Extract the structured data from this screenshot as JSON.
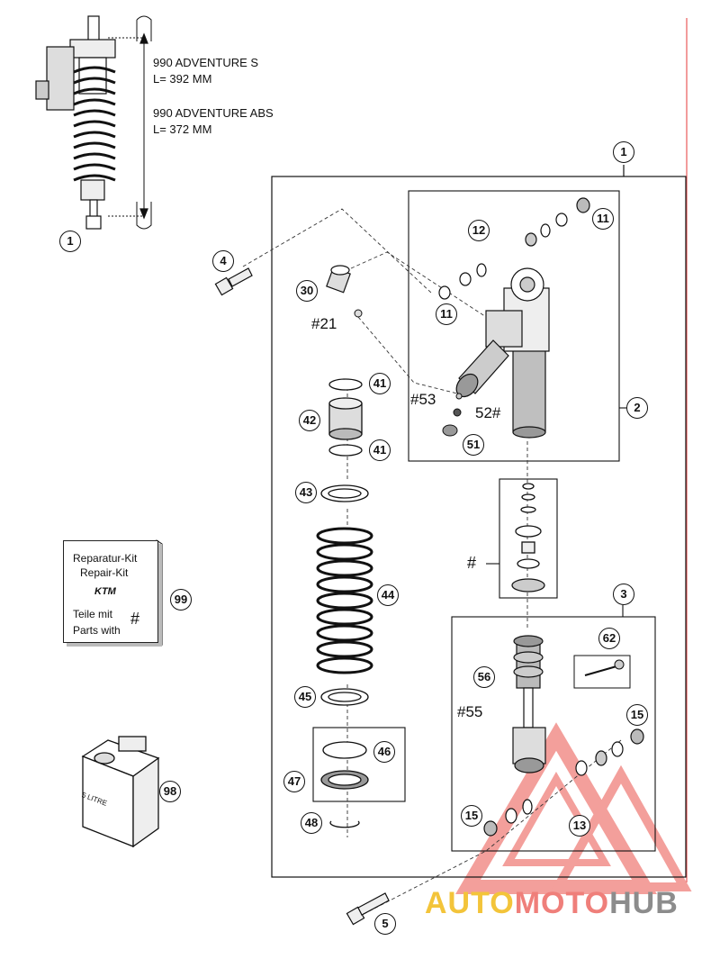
{
  "diagram": {
    "variants": [
      {
        "model": "990 ADVENTURE S",
        "length": "L= 392 MM"
      },
      {
        "model": "990 ADVENTURE ABS",
        "length": "L= 372 MM"
      }
    ],
    "callouts": [
      "1",
      "1",
      "2",
      "3",
      "4",
      "5",
      "11",
      "11",
      "12",
      "13",
      "15",
      "15",
      "#21",
      "#53",
      "52#",
      "51",
      "30",
      "41",
      "42",
      "41",
      "43",
      "44",
      "45",
      "46",
      "47",
      "48",
      "56",
      "#55",
      "62",
      "99",
      "98"
    ],
    "hash_marks": [
      "#",
      "#"
    ],
    "repair_kit": {
      "line1": "Reparatur-Kit",
      "line2": "Repair-Kit",
      "brand": "KTM",
      "line3": "Teile mit",
      "line4": "Parts with",
      "symbol": "#"
    },
    "oil_can_label": "5 LITRE"
  },
  "watermark": {
    "part1": "AUTO",
    "part2": "MOTO",
    "part3": "HUB"
  },
  "colors": {
    "line": "#111111",
    "watermark_yellow": "#f3c43a",
    "watermark_red": "#ef7f7a",
    "watermark_gray": "#8c8c8c",
    "margin_red": "#e85a5a"
  }
}
